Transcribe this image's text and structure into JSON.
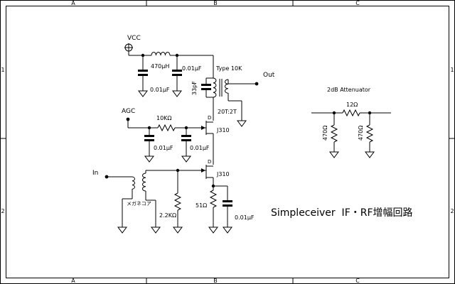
{
  "frame": {
    "columns": [
      "A",
      "B",
      "C"
    ],
    "rows": [
      "1",
      "2"
    ]
  },
  "title": "Simpleceiver  IF・RF增幅回路",
  "nets": {
    "vcc": "VCC",
    "agc": "AGC",
    "in": "In",
    "out": "Out"
  },
  "components": {
    "choke": "470μH",
    "c_vcc_bypass": "0.01μF",
    "c_top": "0.01μF",
    "transformer_type": "Type 10K",
    "c_tune": "33pF",
    "turns_ratio": "20T:2T",
    "r_agc": "10KΩ",
    "c_agc": "0.01μF",
    "c_gate1": "0.01μF",
    "q1": "J310",
    "q2": "J310",
    "drain_mark": "D",
    "input_core": "メガネコア",
    "r_gate2": "2.2KΩ",
    "r_source": "51Ω",
    "c_source": "0.01μF"
  },
  "attenuator": {
    "title": "2dB Attenuator",
    "series": "12Ω",
    "shunt_left": "470Ω",
    "shunt_right": "470Ω"
  }
}
